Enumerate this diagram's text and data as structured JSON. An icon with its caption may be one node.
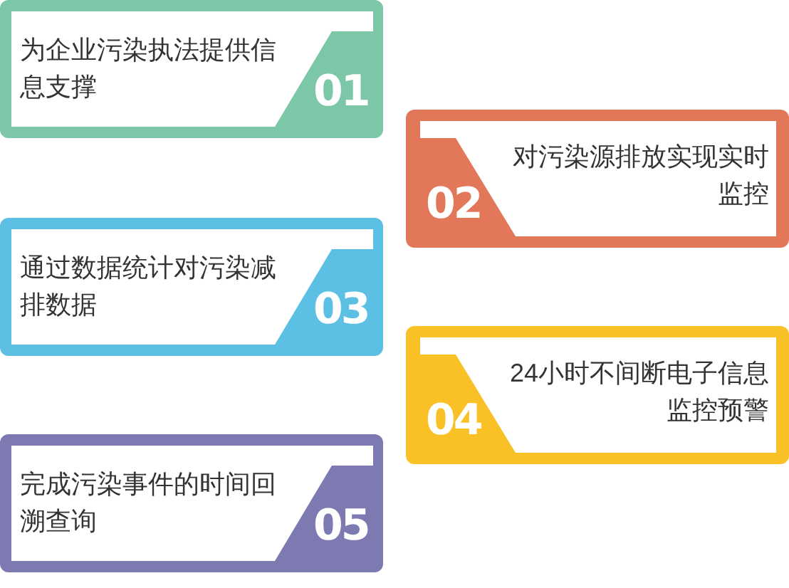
{
  "diagram": {
    "nodes": [
      {
        "text": [
          "为企业污染执法提供信息支撑",
          "01"
        ]
      },
      {
        "text": [
          "02",
          "对污染源排放实现实时监控"
        ]
      },
      {
        "text": [
          "通过数据统计对污染减排数据",
          "03"
        ]
      },
      {
        "text": [
          "04",
          "24小时不间断电子信息监控预警"
        ]
      },
      {
        "text": [
          "完成污染事件的时间回溯查询",
          "05"
        ]
      }
    ]
  }
}
